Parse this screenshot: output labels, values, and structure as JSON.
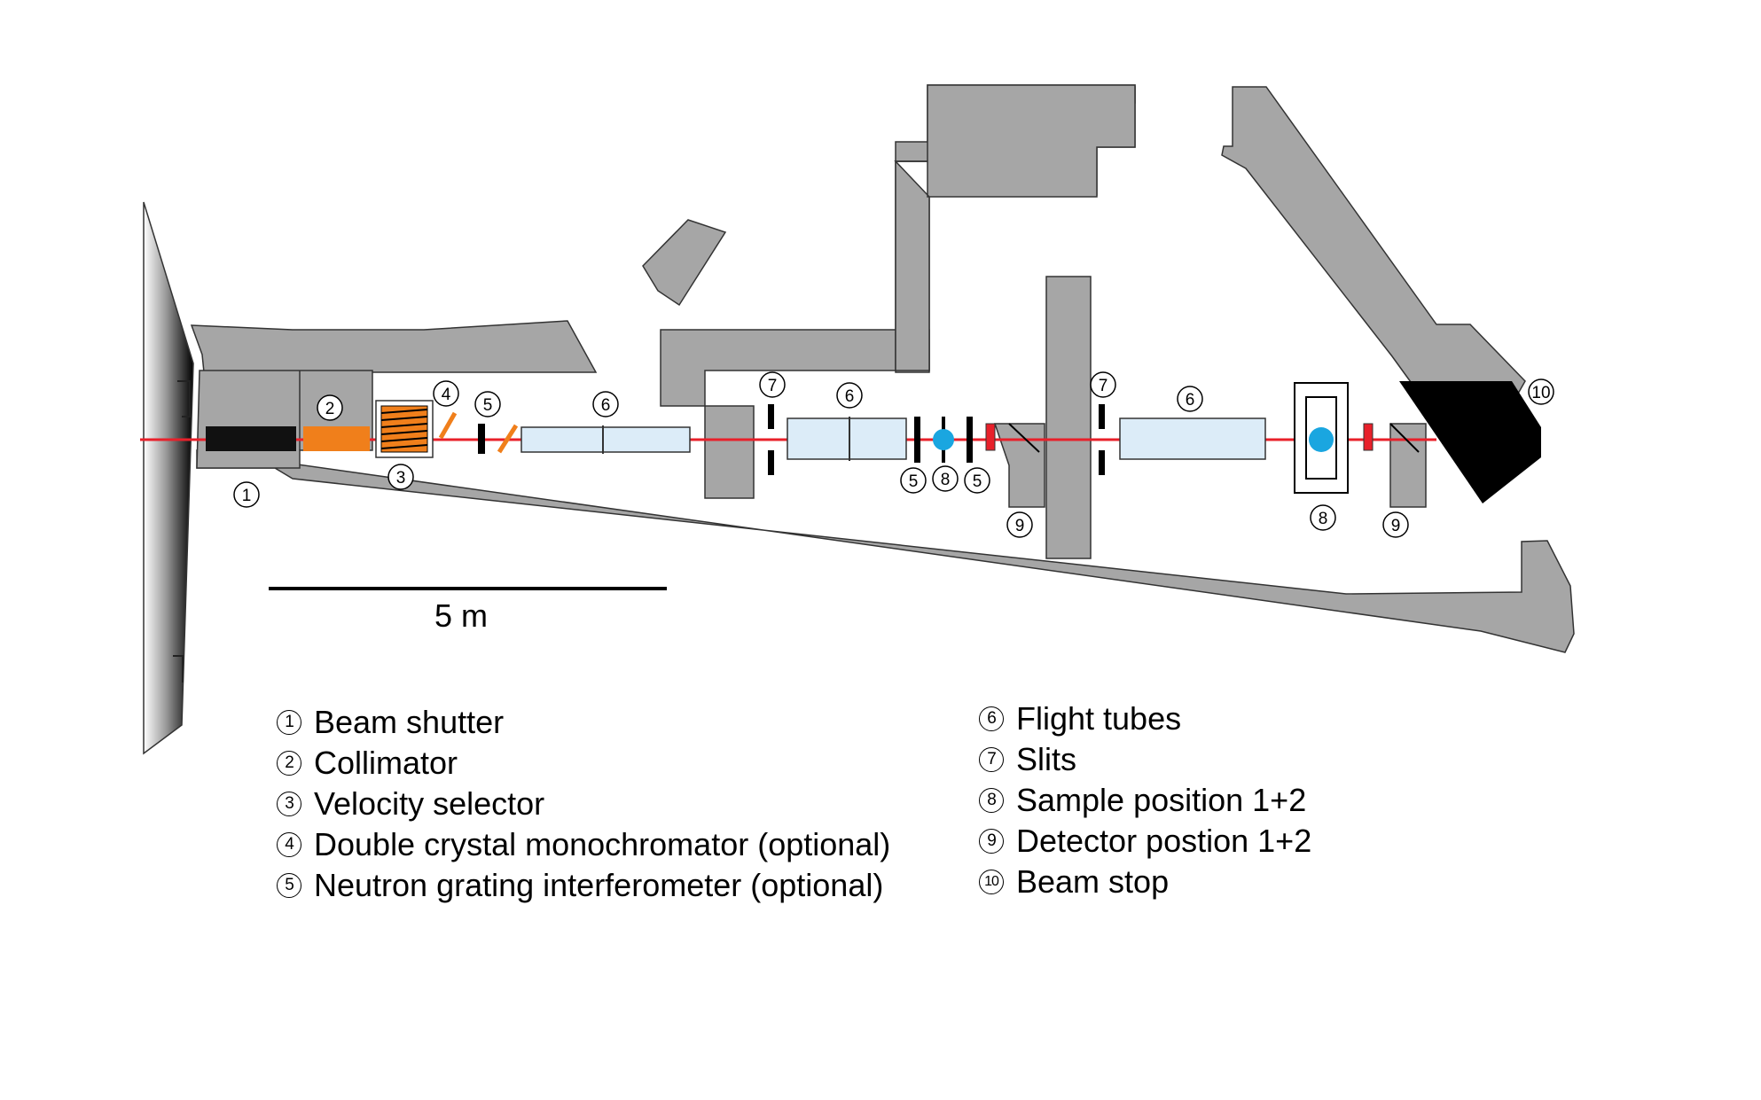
{
  "scale_bar": {
    "label": "5 m"
  },
  "callouts": {
    "c1": "1",
    "c2": "2",
    "c3": "3",
    "c4": "4",
    "c5a": "5",
    "c5b": "5",
    "c5c": "5",
    "c6a": "6",
    "c6b": "6",
    "c6c": "6",
    "c7a": "7",
    "c7b": "7",
    "c8a": "8",
    "c8b": "8",
    "c9a": "9",
    "c9b": "9",
    "c10": "10"
  },
  "legend": [
    {
      "num": "1",
      "text": "Beam shutter"
    },
    {
      "num": "2",
      "text": "Collimator"
    },
    {
      "num": "3",
      "text": "Velocity selector"
    },
    {
      "num": "4",
      "text": "Double crystal monochromator (optional)"
    },
    {
      "num": "5",
      "text": "Neutron grating interferometer (optional)"
    },
    {
      "num": "6",
      "text": "Flight tubes"
    },
    {
      "num": "7",
      "text": "Slits"
    },
    {
      "num": "8",
      "text": "Sample position 1+2"
    },
    {
      "num": "9",
      "text": "Detector postion 1+2"
    },
    {
      "num": "10",
      "text": "Beam stop"
    }
  ],
  "colors": {
    "wall": "#a6a6a6",
    "beam": "#e8202a",
    "collimator": "#f07f1b",
    "flight_tube": "#dcecf8",
    "sample": "#1aa6e0",
    "beam_stop": "#000000"
  }
}
